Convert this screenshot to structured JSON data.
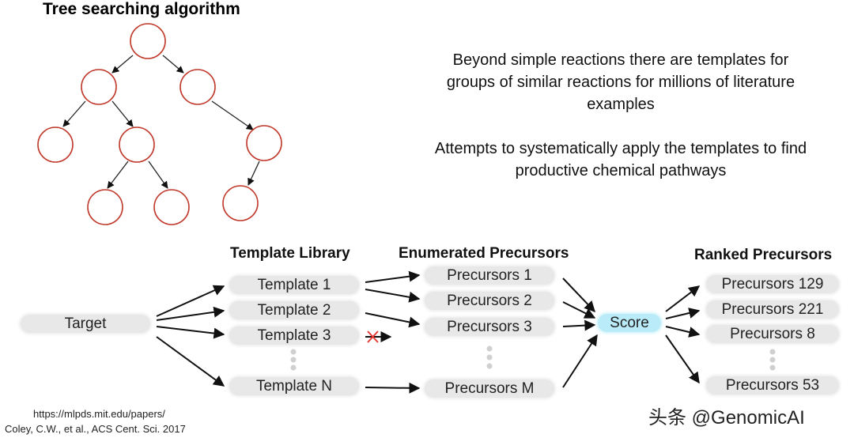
{
  "tree": {
    "title": "Tree searching algorithm"
  },
  "description": {
    "paragraph1": "Beyond simple reactions there are templates for groups of similar reactions for millions of literature examples",
    "paragraph2": "Attempts to systematically apply the templates to find productive chemical pathways"
  },
  "flow": {
    "target": "Target",
    "template_header": "Template Library",
    "templates": [
      "Template 1",
      "Template 2",
      "Template 3",
      "Template N"
    ],
    "precursor_header": "Enumerated Precursors",
    "precursors": [
      "Precursors 1",
      "Precursors 2",
      "Precursors 3",
      "Precursors M"
    ],
    "score": "Score",
    "ranked_header": "Ranked Precursors",
    "ranked": [
      "Precursors 129",
      "Precursors 221",
      "Precursors 8",
      "Precursors 53"
    ],
    "fail_mark_color": "#e53935",
    "score_color": "#b9ecf8",
    "node_outline_color": "#c0392b"
  },
  "citation": {
    "url": "https://mlpds.mit.edu/papers/",
    "reference": "Coley, C.W., et al., ACS Cent. Sci. 2017"
  },
  "watermark": "头条 @GenomicAI"
}
